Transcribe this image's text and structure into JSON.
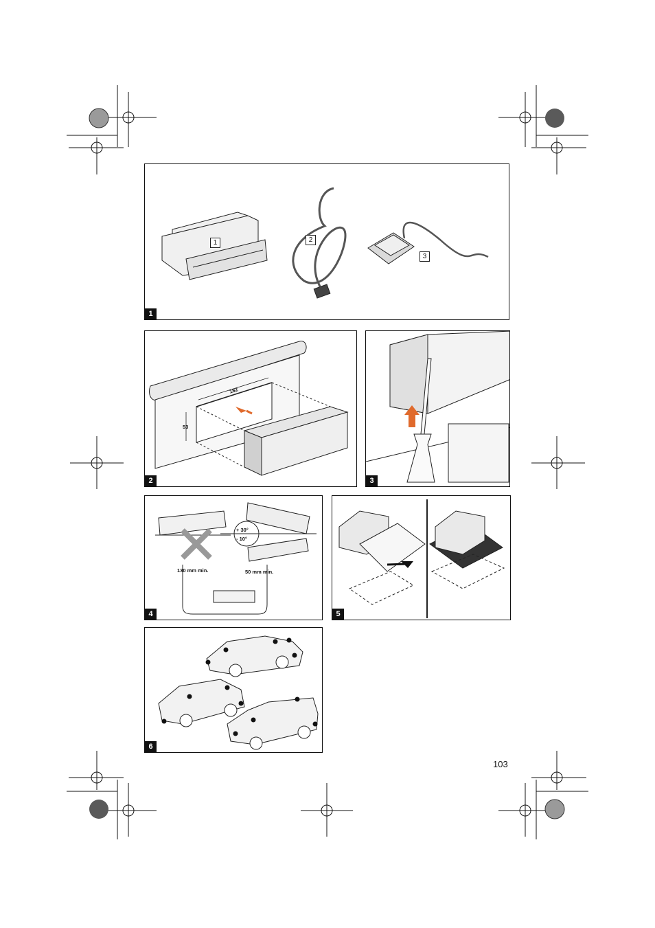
{
  "page": {
    "number": "103"
  },
  "panels": [
    {
      "num": "1",
      "callouts": [
        "1",
        "2",
        "3"
      ]
    },
    {
      "num": "2",
      "dim_width": "182",
      "dim_height": "53"
    },
    {
      "num": "3"
    },
    {
      "num": "4",
      "angle_up": "+ 30°",
      "angle_down": "- 10°",
      "clearance_left": "130 mm min.",
      "clearance_right": "50 mm min."
    },
    {
      "num": "5"
    },
    {
      "num": "6"
    }
  ],
  "colors": {
    "arrow": "#e06a2c",
    "line": "#222222",
    "fill_light": "#ededed",
    "fill_mid": "#cfcfcf"
  }
}
